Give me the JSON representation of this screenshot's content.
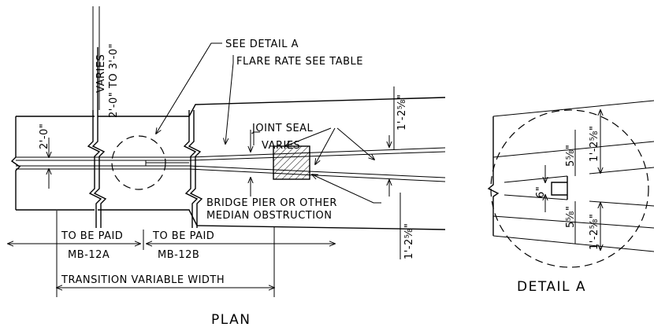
{
  "plan": {
    "title": "PLAN",
    "labels": {
      "see_detail": "SEE DETAIL A",
      "flare_rate": "FLARE RATE SEE TABLE",
      "joint_seal": "JOINT SEAL",
      "varies_inner": "VARIES",
      "varies_top": "VARIES",
      "width_range": "2'-0\" TO 3'-0\"",
      "bridge_pier_line1": "BRIDGE PIER OR OTHER",
      "bridge_pier_line2": "MEDIAN OBSTRUCTION",
      "paid_a": "TO BE PAID",
      "paid_a_code": "MB-12A",
      "paid_b": "TO BE PAID",
      "paid_b_code": "MB-12B",
      "transition": "TRANSITION VARIABLE WIDTH"
    },
    "dims": {
      "left": "2'-0\"",
      "right_upper": "1'-2⅝\"",
      "right_lower": "1'-2⅝\""
    }
  },
  "detail": {
    "title": "DETAIL A",
    "dims": {
      "upper_right": "1'-2⅝\"",
      "upper_mid": "5⅝\"",
      "center": "6\"",
      "lower_mid": "5⅝\"",
      "lower_right": "1'-2⅝\""
    }
  }
}
